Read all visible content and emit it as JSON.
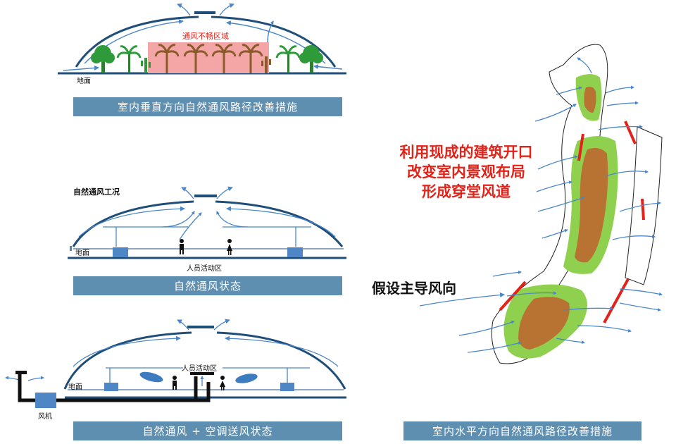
{
  "panel1": {
    "caption": "室内垂直方向自然通风路径改善措施",
    "poor_zone_label": "通风不畅区域",
    "ground_label": "地面"
  },
  "panel2": {
    "title": "自然通风工况",
    "ground_label": "地面",
    "activity_label": "人员活动区",
    "caption": "自然通风状态"
  },
  "panel3": {
    "activity_label": "人员活动区",
    "ground_label": "地面",
    "fan_label": "风机",
    "caption": "自然通风 + 空调送风状态"
  },
  "panel4": {
    "red_text": [
      "利用现成的建筑开口",
      "改变室内景观布局",
      "形成穿堂风道"
    ],
    "wind_label": "假设主导风向",
    "caption": "室内水平方向自然通风路径改善措施"
  },
  "colors": {
    "dome": "#1f4e79",
    "arrow": "#4a86c8",
    "caption_bar": "#5f8fb0",
    "poor_zone": "#f4a6a6",
    "tree": "#2e9a3a",
    "palm": "#8b5a2b",
    "red": "#e2231a",
    "green_zone": "#8fd14f",
    "brown_zone": "#b87333",
    "unit": "#4f86c6"
  },
  "icons": [
    "tree-icon",
    "palm-icon",
    "cactus-icon",
    "person-icon",
    "ac-unit-icon",
    "fan-icon"
  ]
}
